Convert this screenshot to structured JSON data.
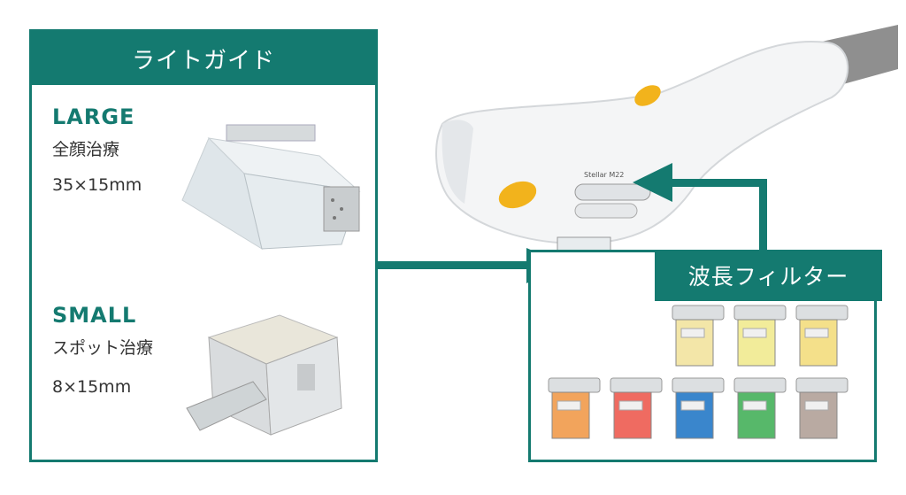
{
  "light_guide": {
    "title": "ライトガイド",
    "large": {
      "name": "LARGE",
      "use": "全顔治療",
      "size": "35×15mm"
    },
    "small": {
      "name": "SMALL",
      "use": "スポット治療",
      "size": "8×15mm"
    }
  },
  "filters": {
    "title": "波長フィルター",
    "items": [
      {
        "color": "#f3e6a8"
      },
      {
        "color": "#f2ec9a"
      },
      {
        "color": "#f4e08a"
      },
      {
        "color": "#f2a45c"
      },
      {
        "color": "#ef6b61"
      },
      {
        "color": "#3a86cc"
      },
      {
        "color": "#57b86a"
      },
      {
        "color": "#b9aaa2"
      }
    ]
  },
  "handpiece": {
    "brand_label": "Stellar M22"
  },
  "colors": {
    "accent": "#147a70",
    "button": "#f2b31c"
  }
}
